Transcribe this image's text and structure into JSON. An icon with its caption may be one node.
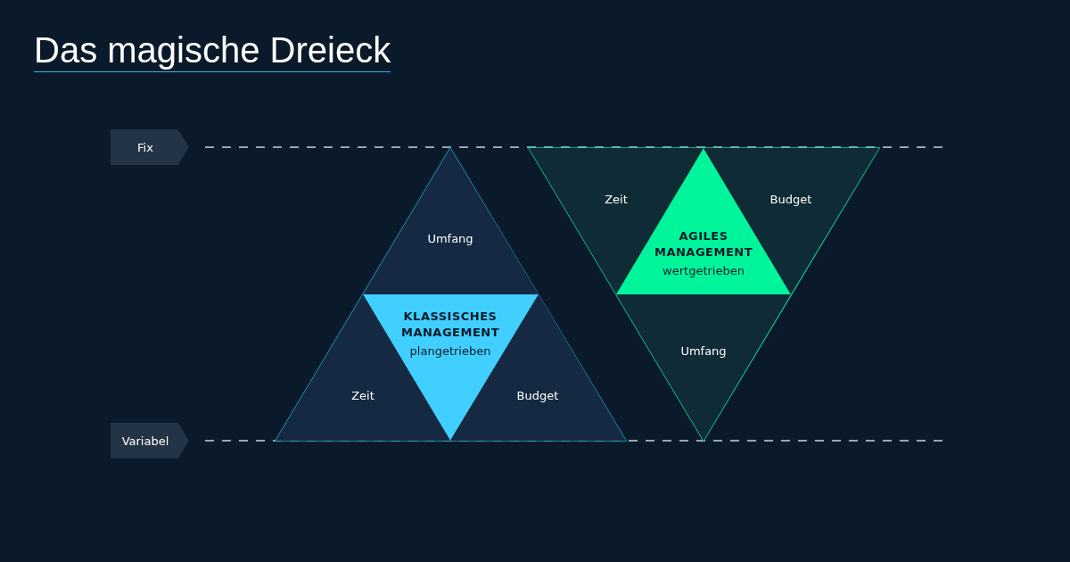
{
  "diagram": {
    "title": "Das magische Dreieck",
    "nodes": [
      {
        "text": [
          "Fix"
        ]
      },
      {
        "text": [
          "Variabel"
        ]
      },
      {
        "text": [],
        "shape": "triangle"
      },
      {
        "text": [
          "Umfang"
        ],
        "in": 2
      },
      {
        "text": [
          "KLASSISCHES MANAGEMENT",
          "plangetrieben"
        ],
        "in": 2
      },
      {
        "text": [
          "Zeit"
        ],
        "in": 2
      },
      {
        "text": [
          "Budget"
        ],
        "in": 2
      },
      {
        "text": [],
        "shape": "triangle"
      },
      {
        "text": [
          "Zeit"
        ],
        "in": 7
      },
      {
        "text": [
          "AGILES MANAGEMENT",
          "wertgetrieben"
        ],
        "in": 7
      },
      {
        "text": [
          "Budget"
        ],
        "in": 7
      },
      {
        "text": [
          "Umfang"
        ],
        "in": 7
      }
    ]
  }
}
